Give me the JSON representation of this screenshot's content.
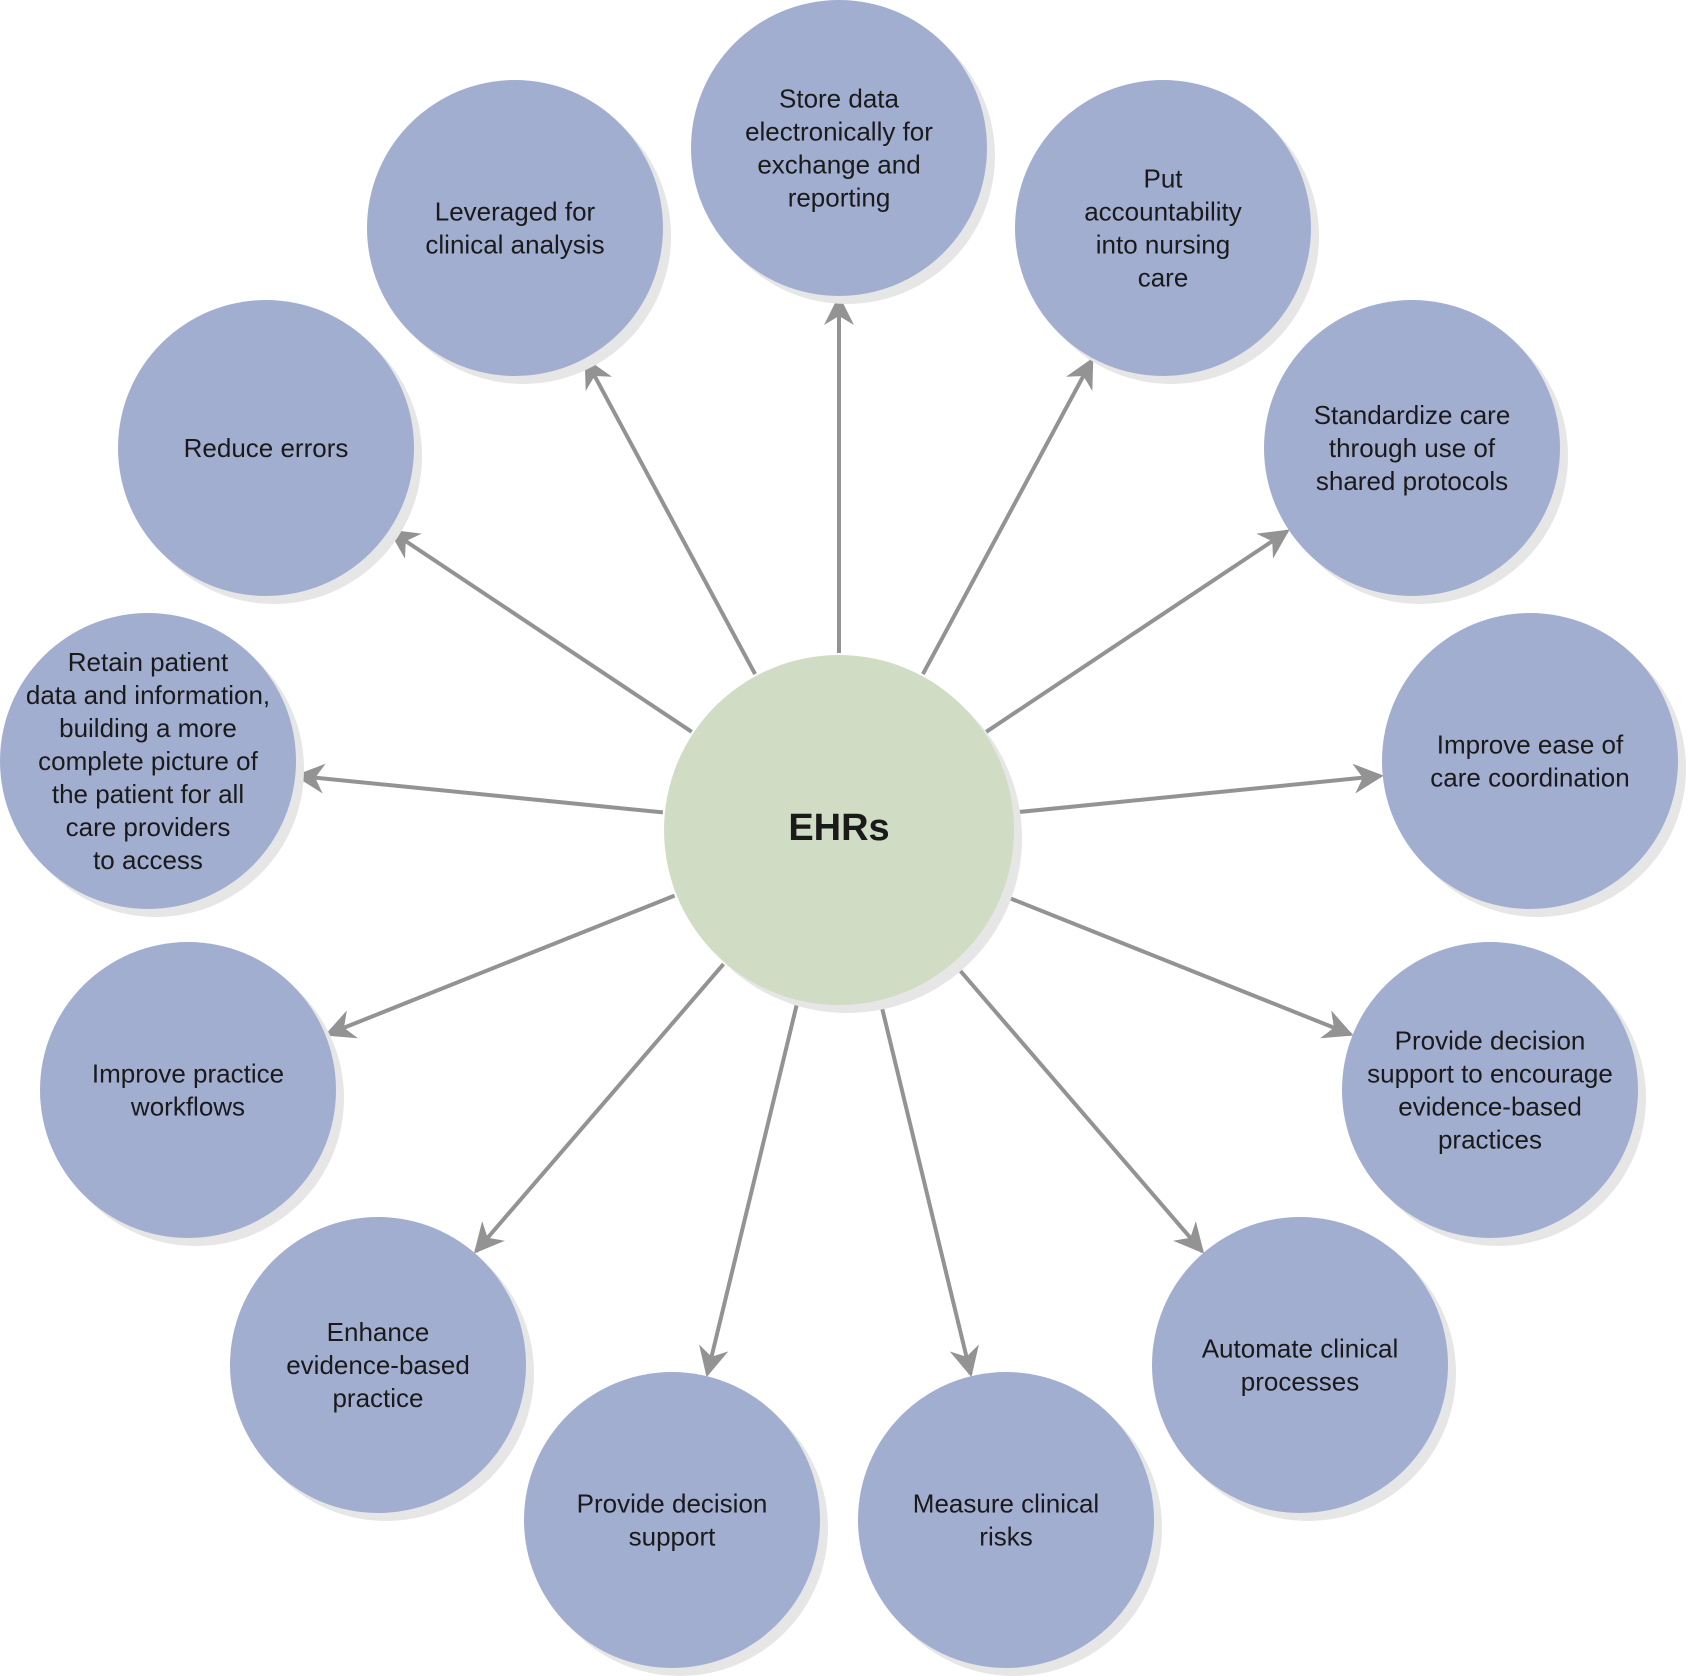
{
  "diagram": {
    "center": {
      "label": "EHRs",
      "fill": "#d0dcc4"
    },
    "node_fill": "#a2aed0",
    "shadow_color": "#e6e6e6",
    "arrow_color": "#939393",
    "nodes": [
      {
        "id": "store-data",
        "lines": [
          "Store data",
          "electronically for",
          "exchange and",
          "reporting"
        ]
      },
      {
        "id": "put-accountability",
        "lines": [
          "Put",
          "accountability",
          "into nursing",
          "care"
        ]
      },
      {
        "id": "standardize-care",
        "lines": [
          "Standardize care",
          "through use of",
          "shared protocols"
        ]
      },
      {
        "id": "improve-ease-of-care-coordination",
        "lines": [
          "Improve ease of",
          "care coordination"
        ]
      },
      {
        "id": "provide-decision-support-to-encourage",
        "lines": [
          "Provide decision",
          "support to encourage",
          "evidence-based",
          "practices"
        ]
      },
      {
        "id": "automate-clinical-processes",
        "lines": [
          "Automate clinical",
          "processes"
        ]
      },
      {
        "id": "measure-clinical-risks",
        "lines": [
          "Measure clinical",
          "risks"
        ]
      },
      {
        "id": "provide-decision-support",
        "lines": [
          "Provide decision",
          "support"
        ]
      },
      {
        "id": "enhance-evidence-based-practice",
        "lines": [
          "Enhance",
          "evidence-based",
          "practice"
        ]
      },
      {
        "id": "improve-practice-workflows",
        "lines": [
          "Improve practice",
          "workflows"
        ]
      },
      {
        "id": "retain-patient-data",
        "lines": [
          "Retain patient",
          "data and information,",
          "building a more",
          "complete picture of",
          "the patient for all",
          "care providers",
          "to access"
        ]
      },
      {
        "id": "reduce-errors",
        "lines": [
          "Reduce errors"
        ]
      },
      {
        "id": "leveraged-for-clinical-analysis",
        "lines": [
          "Leveraged for",
          "clinical analysis"
        ]
      }
    ]
  }
}
